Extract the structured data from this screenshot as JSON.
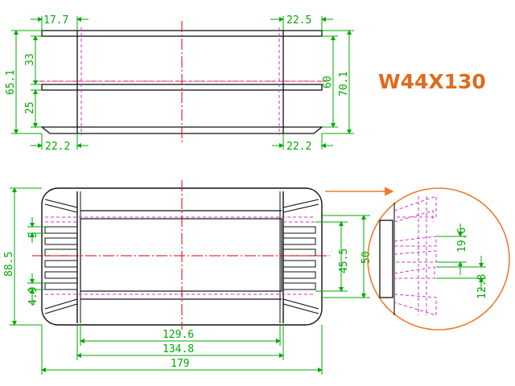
{
  "title": "W44X130",
  "colors": {
    "outline": "#111111",
    "dimension": "#00aa00",
    "centerline": "#dd0000",
    "hidden": "#cc33cc",
    "callout": "#f07a2a",
    "title": "#e26a1b"
  },
  "top_view": {
    "dims": {
      "top_left": "17.7",
      "top_right": "22.5",
      "bottom_left": "22.2",
      "bottom_right": "22.2",
      "left_overall": "65.1",
      "left_upper": "33",
      "left_lower": "25",
      "right_inner": "60",
      "right_overall": "70.1"
    }
  },
  "front_view": {
    "dims": {
      "left_overall": "88.5",
      "left_pin": "5",
      "left_small": "4.9",
      "right_inner": "45.5",
      "right_outer": "50",
      "bottom_1": "129.6",
      "bottom_2": "134.8",
      "bottom_3": "179"
    }
  },
  "detail_view": {
    "dims": {
      "upper": "19.6",
      "lower": "12.8"
    }
  }
}
